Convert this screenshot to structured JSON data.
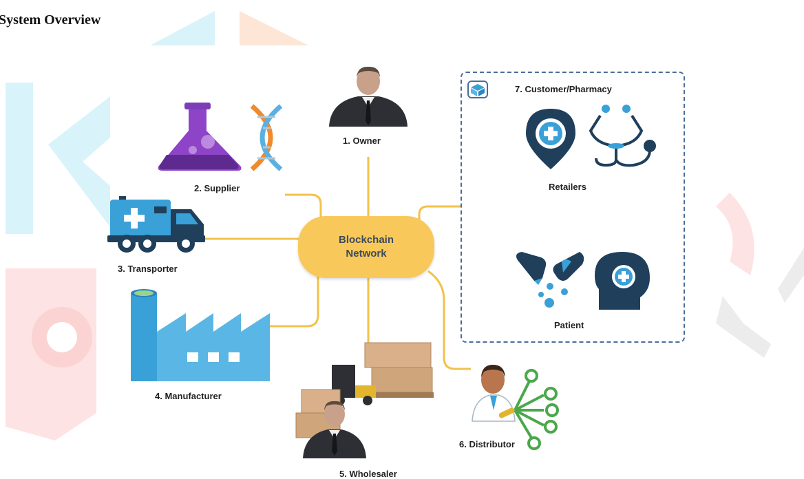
{
  "page": {
    "title": "System Overview"
  },
  "diagram": {
    "hub": {
      "label": "Blockchain Network"
    },
    "nodes": [
      {
        "id": "owner",
        "label": "1. Owner"
      },
      {
        "id": "supplier",
        "label": "2. Supplier"
      },
      {
        "id": "transporter",
        "label": "3. Transporter"
      },
      {
        "id": "manufacturer",
        "label": "4. Manufacturer"
      },
      {
        "id": "wholesaler",
        "label": "5. Wholesaler"
      },
      {
        "id": "distributor",
        "label": "6. Distributor"
      }
    ],
    "customer_group": {
      "title": "7. Customer/Pharmacy",
      "items": [
        {
          "label": "Retailers"
        },
        {
          "label": "Patient"
        }
      ]
    }
  },
  "colors": {
    "connector": "#f2c24a",
    "hub": "#f8c95a",
    "panel_border": "#4a6d9a",
    "icon_blue": "#3aa0d8",
    "icon_navy": "#1f3f5b"
  }
}
